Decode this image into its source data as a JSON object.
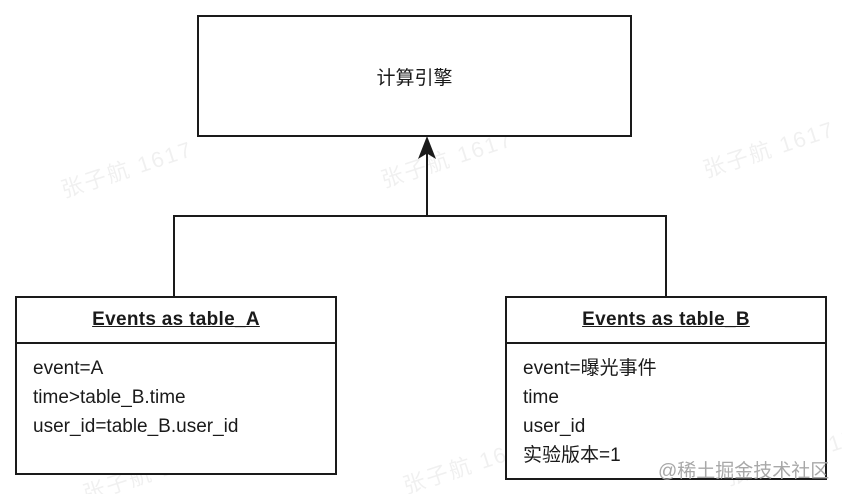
{
  "diagram": {
    "engine_box": {
      "label": "计算引擎"
    },
    "table_a": {
      "title": "Events as table_A",
      "rows": [
        "event=A",
        "time>table_B.time",
        "user_id=table_B.user_id"
      ]
    },
    "table_b": {
      "title": "Events as table_B",
      "rows": [
        "event=曝光事件",
        "time",
        "user_id",
        "实验版本=1"
      ]
    }
  },
  "watermark": {
    "text": "张子航 1617",
    "attribution": "@稀土掘金技术社区"
  },
  "colors": {
    "line": "#1a1a1a",
    "text": "#1a1a1a",
    "background": "#ffffff",
    "attribution": "#a8a8a8"
  }
}
